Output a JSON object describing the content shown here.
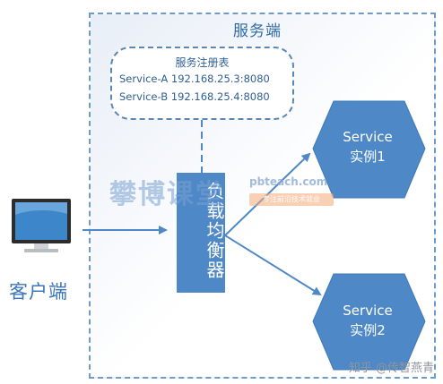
{
  "server": {
    "title": "服务端"
  },
  "registry": {
    "title": "服务注册表",
    "rows": [
      "Service-A 192.168.25.3:8080",
      "Service-B 192.168.25.4:8080"
    ]
  },
  "load_balancer": {
    "label": "负载均衡器"
  },
  "client": {
    "label": "客户端"
  },
  "services": [
    {
      "line1": "Service",
      "line2": "实例1"
    },
    {
      "line1": "Service",
      "line2": "实例2"
    }
  ],
  "watermark": {
    "big_text": "攀博课堂",
    "url_text": "pbteach.com",
    "tag_text": "专注前沿技术就业"
  },
  "credit": {
    "text": "知乎 @传智燕青"
  },
  "colors": {
    "accent": "#4e88c7",
    "border": "#6f9bc9",
    "text_blue": "#3b76b8"
  }
}
